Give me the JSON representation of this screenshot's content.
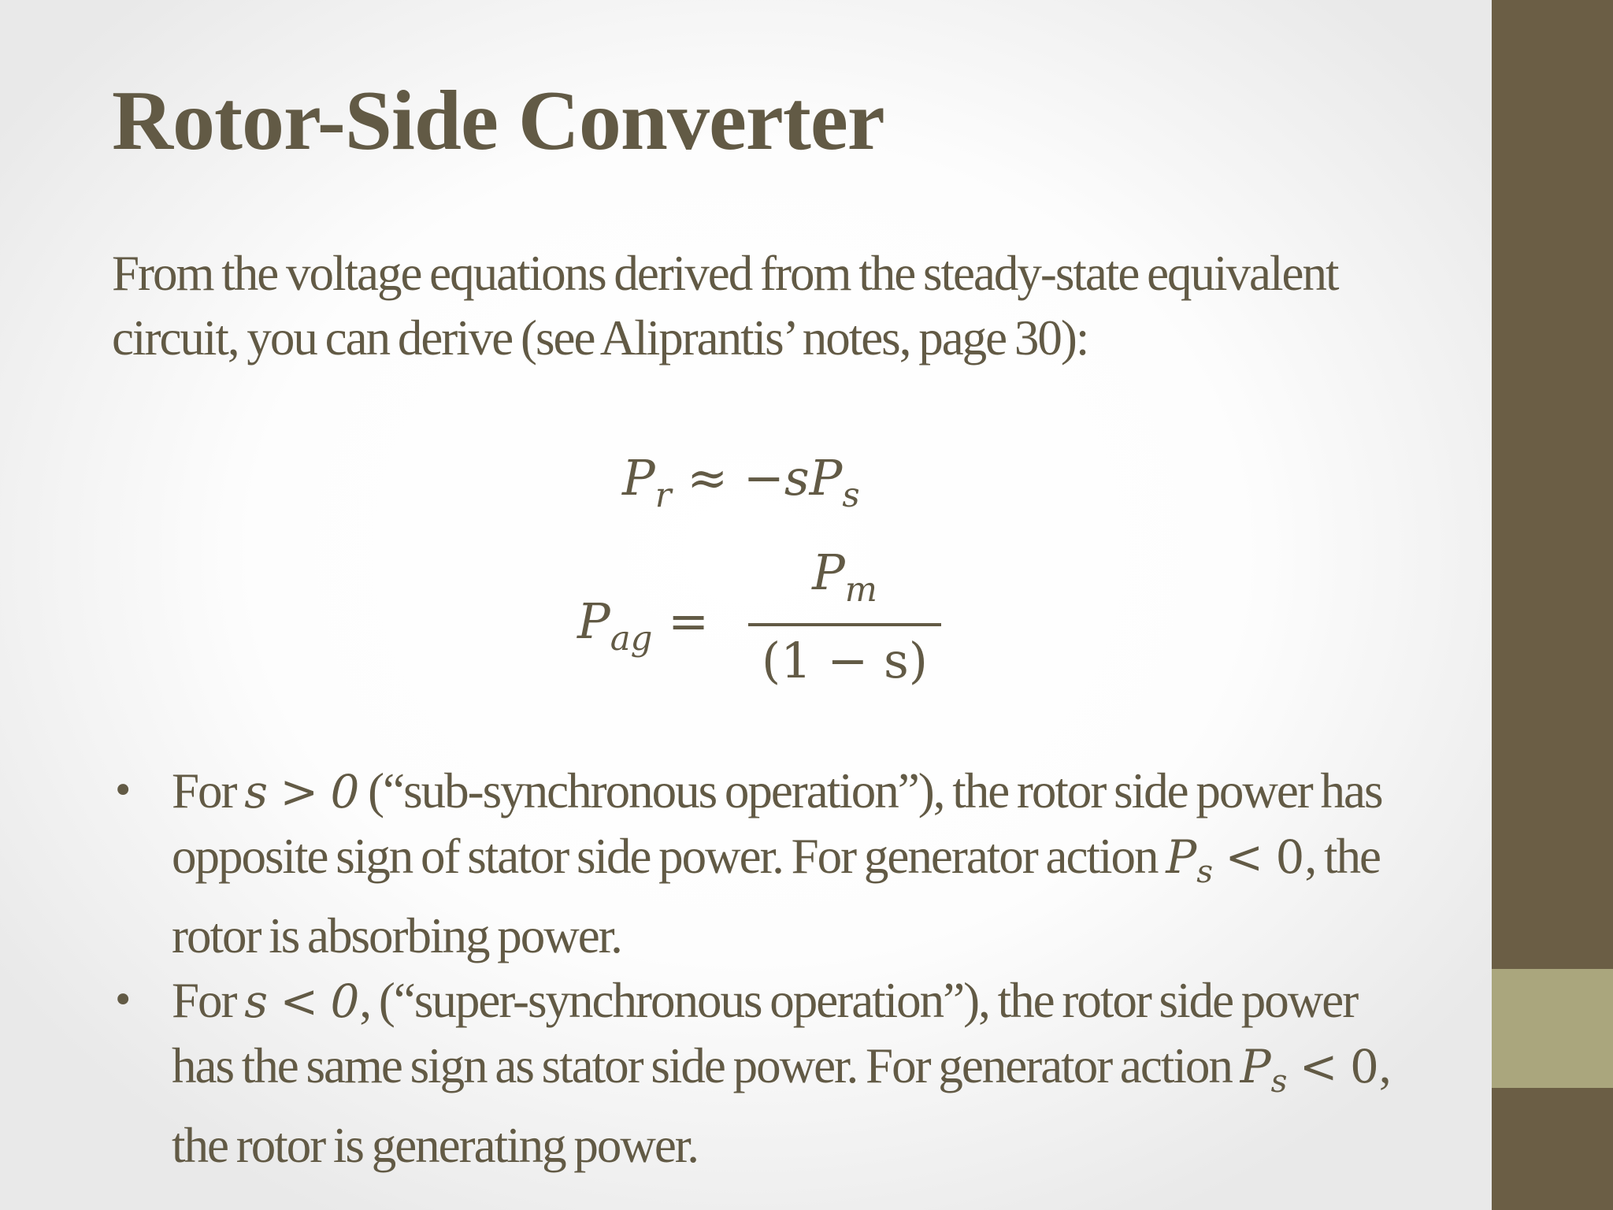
{
  "slide": {
    "title": "Rotor-Side Converter",
    "intro": "From the voltage equations derived from the steady-state equivalent circuit, you can derive (see Aliprantis’ notes, page 30):",
    "equation_1": {
      "lhs": "P",
      "lhs_sub": "r",
      "rel": "≈",
      "rhs_prefix": "−",
      "rhs_var": "s",
      "rhs": "P",
      "rhs_sub": "s"
    },
    "equation_2": {
      "lhs": "P",
      "lhs_sub": "ag",
      "rel": "=",
      "numerator": "P",
      "numerator_sub": "m",
      "denominator": "(1 − s)"
    },
    "bullets": [
      {
        "prefix": "For ",
        "cond": "s > 0",
        "text_a": " (“sub-synchronous operation”), the rotor side power has opposite sign of stator side power. For generator action ",
        "var": "P",
        "var_sub": "s",
        "cond2": " < 0",
        "text_b": ", the rotor is absorbing power."
      },
      {
        "prefix": "For ",
        "cond": "s < 0",
        "text_a": ", (“super-synchronous operation”), the rotor side power has the same sign as stator side power. For generator action ",
        "var": "P",
        "var_sub": "s",
        "cond2": " < 0",
        "text_b": ", the rotor is generating power."
      }
    ]
  },
  "theme": {
    "text_color": "#625a45",
    "sidebar_color": "#6b5e45",
    "sidebar_band_color": "#aaa67d"
  }
}
